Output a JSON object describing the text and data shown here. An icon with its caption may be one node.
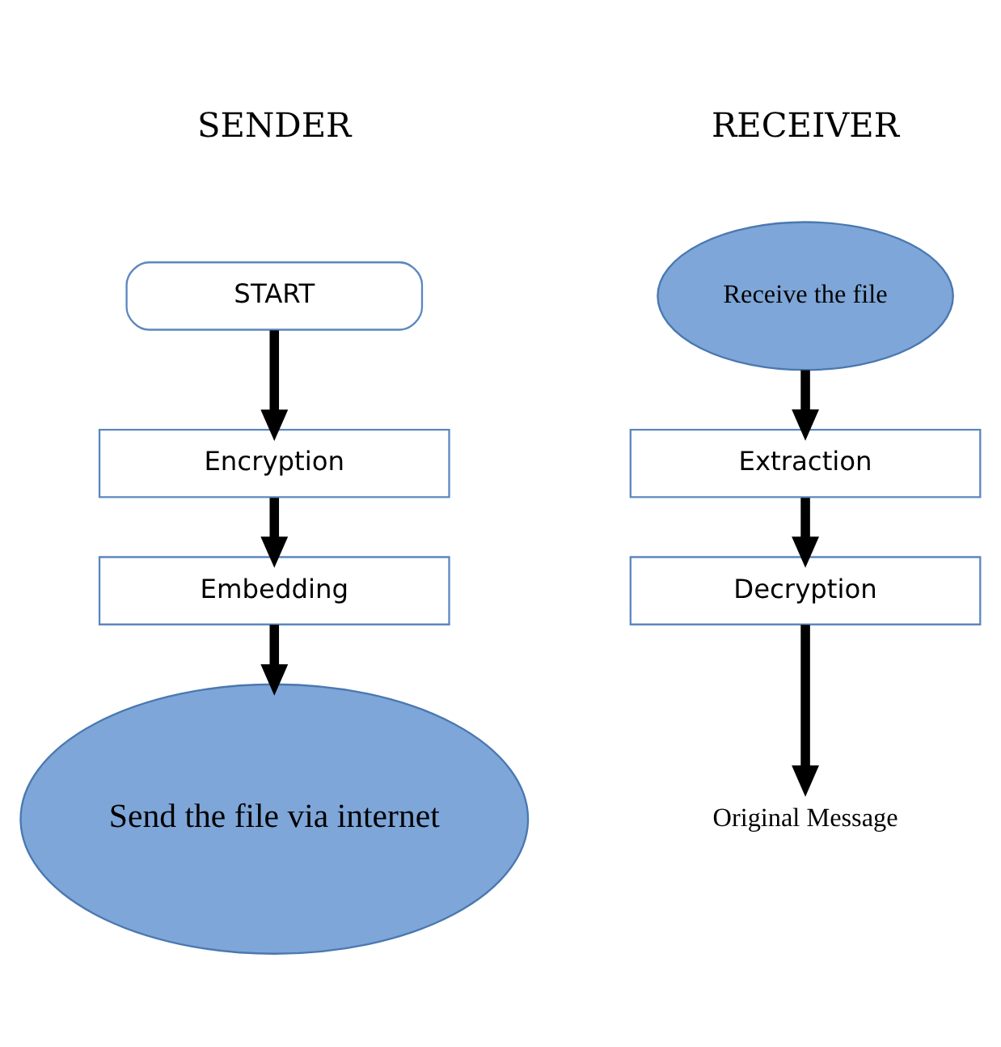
{
  "diagram": {
    "nodes": [
      {
        "text": [
          "START"
        ]
      },
      {
        "text": [
          "Encryption"
        ]
      },
      {
        "text": [
          "Embedding"
        ]
      },
      {
        "text": [
          "Send the file via internet"
        ]
      },
      {
        "text": [
          "Receive the file"
        ]
      },
      {
        "text": [
          "Extraction"
        ]
      },
      {
        "text": [
          "Decryption"
        ]
      },
      {
        "text": [
          "Original Message"
        ]
      }
    ],
    "edges": [
      {
        "from": 0,
        "to": 1,
        "arrow": "to"
      },
      {
        "from": 1,
        "to": 2,
        "arrow": "to"
      },
      {
        "from": 2,
        "to": 3,
        "arrow": "to"
      },
      {
        "from": 4,
        "to": 5,
        "arrow": "to"
      },
      {
        "from": 5,
        "to": 6,
        "arrow": "to"
      },
      {
        "from": 6,
        "to": 7,
        "arrow": "to"
      }
    ],
    "labels": [
      "SENDER",
      "RECEIVER"
    ]
  }
}
